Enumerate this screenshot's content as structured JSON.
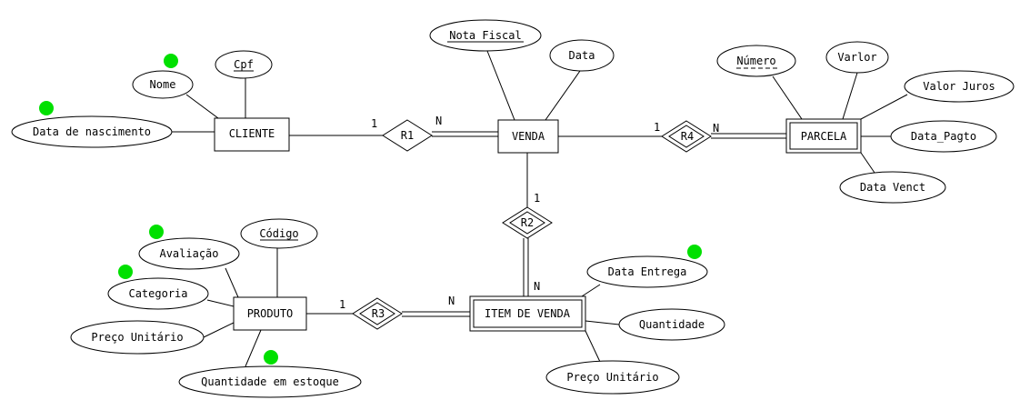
{
  "colors": {
    "marker": "#00e000",
    "stroke": "#000000",
    "node": "#6060c0"
  },
  "entities": {
    "cliente": "CLIENTE",
    "venda": "VENDA",
    "parcela": "PARCELA",
    "produto": "PRODUTO",
    "item_venda": "ITEM DE VENDA"
  },
  "relationships": {
    "r1": "R1",
    "r2": "R2",
    "r3": "R3",
    "r4": "R4"
  },
  "attributes": {
    "cpf": "Cpf",
    "nome": "Nome",
    "data_nascimento": "Data de nascimento",
    "nota_fiscal": "Nota Fiscal",
    "data": "Data",
    "numero": "Número",
    "varlor": "Varlor",
    "valor_juros": "Valor Juros",
    "data_pagto": "Data_Pagto",
    "data_venct": "Data Venct",
    "codigo": "Código",
    "avaliacao": "Avaliação",
    "categoria": "Categoria",
    "preco_unitario_produto": "Preço Unitário",
    "quantidade_estoque": "Quantidade em estoque",
    "data_entrega": "Data Entrega",
    "quantidade": "Quantidade",
    "preco_unitario_item": "Preço Unitário"
  },
  "cardinalities": {
    "r1_cliente": "1",
    "r1_venda": "N",
    "r4_venda": "1",
    "r4_parcela": "N",
    "r2_venda": "1",
    "r2_item": "N",
    "r3_produto": "1",
    "r3_item": "N"
  }
}
